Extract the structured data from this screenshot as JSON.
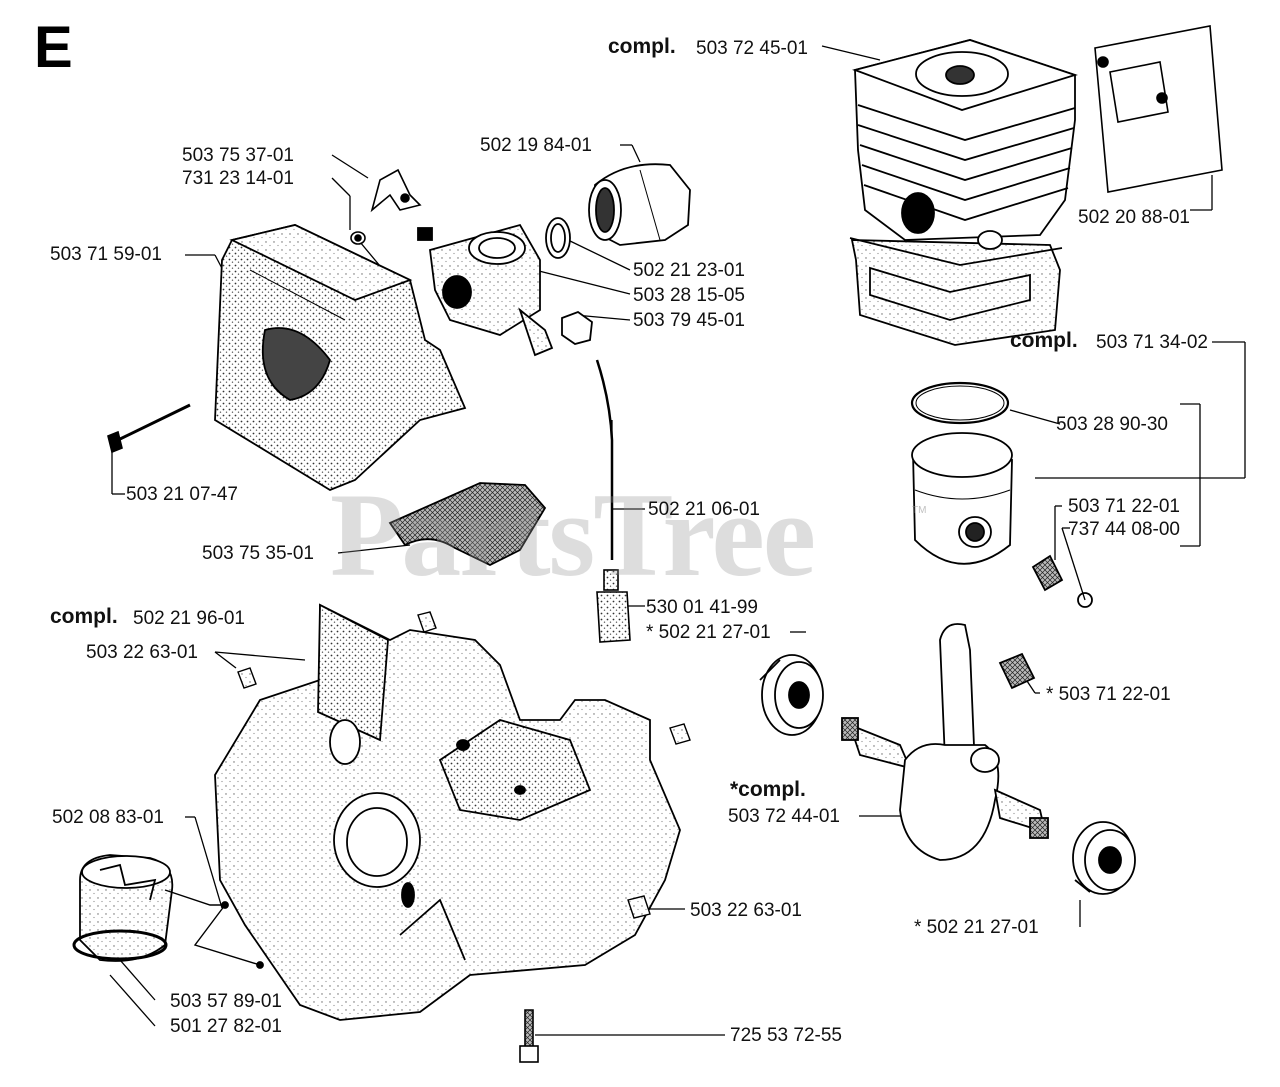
{
  "section_letter": "E",
  "watermark": "PartsTree",
  "watermark_tm": "TM",
  "labels": {
    "cylinder_compl_word": "compl.",
    "cylinder_compl_num": "503 72 45-01",
    "gasket_cyl": "502 20 88-01",
    "piston_compl_word": "compl.",
    "piston_compl_num": "503 71 34-02",
    "piston_ring": "503 28 90-30",
    "bearing_a": "503 71 22-01",
    "circlip": "737 44 08-00",
    "crank_bearing": "* 503 71 22-01",
    "crank_compl_word": "*compl.",
    "crank_compl_num": "503 72 44-01",
    "crank_ball": "* 502 21 27-01",
    "bracket_a": "503 75 37-01",
    "bracket_b": "731 23 14-01",
    "airfilter": "503 71 59-01",
    "screw_filter": "503 21 07-47",
    "intake": "502 19 84-01",
    "intake_ring": "502 21 23-01",
    "carburetor": "503 28 15-05",
    "carb_part": "503 79 45-01",
    "fuel_hose": "502 21 06-01",
    "filter_foam": "503 75 35-01",
    "fuel_filter": "530 01 41-99",
    "fuel_filter_b": "* 502 21 27-01",
    "crankcase_compl_word": "compl.",
    "crankcase_compl_num": "502 21 96-01",
    "clip_a": "503 22 63-01",
    "clip_b": "503 22 63-01",
    "fuel_cap": "502 08 83-01",
    "cap_strap": "503 57 89-01",
    "cap_ring": "501 27 82-01",
    "screw_case": "725 53 72-55"
  }
}
